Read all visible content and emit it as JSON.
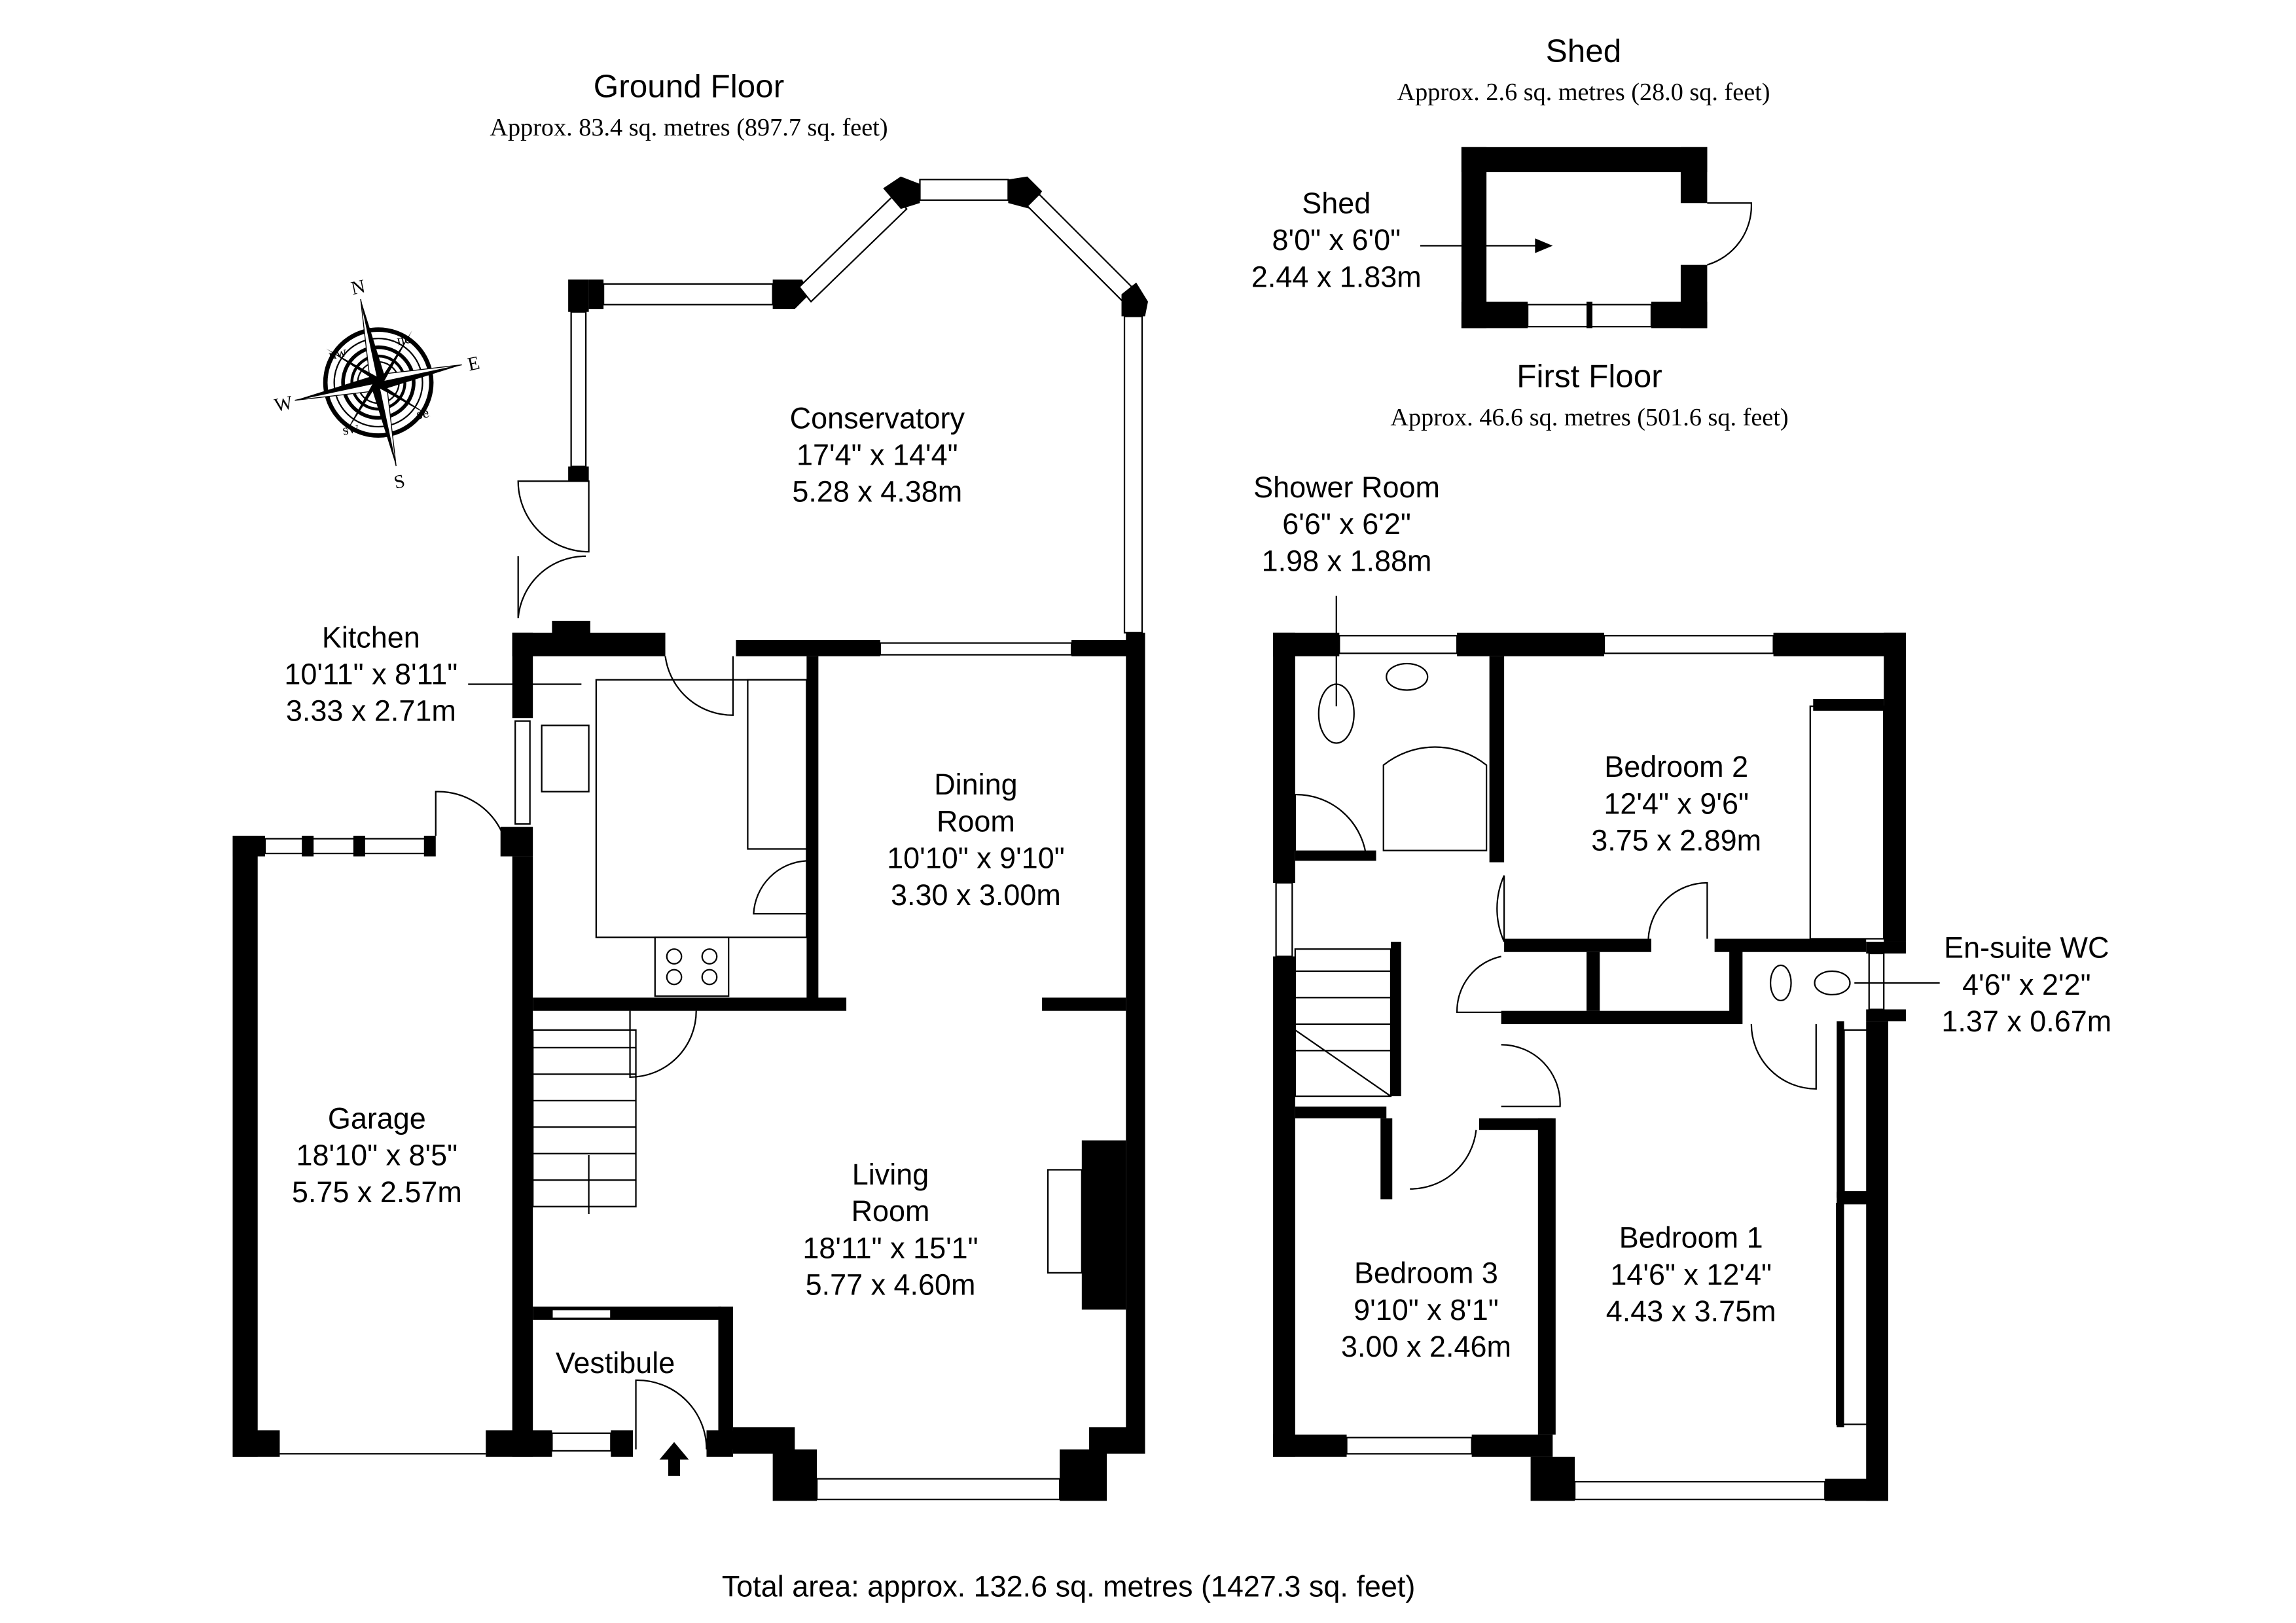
{
  "ground_floor": {
    "title": "Ground Floor",
    "area": "Approx. 83.4 sq. metres (897.7 sq. feet)",
    "rooms": {
      "conservatory": {
        "name": "Conservatory",
        "imperial": "17'4\" x 14'4\"",
        "metric": "5.28 x 4.38m"
      },
      "kitchen": {
        "name": "Kitchen",
        "imperial": "10'11\" x 8'11\"",
        "metric": "3.33 x 2.71m"
      },
      "dining": {
        "name1": "Dining",
        "name2": "Room",
        "imperial": "10'10\" x 9'10\"",
        "metric": "3.30 x 3.00m"
      },
      "garage": {
        "name": "Garage",
        "imperial": "18'10\" x 8'5\"",
        "metric": "5.75 x 2.57m"
      },
      "living": {
        "name1": "Living",
        "name2": "Room",
        "imperial": "18'11\" x 15'1\"",
        "metric": "5.77 x 4.60m"
      },
      "vestibule": {
        "name": "Vestibule"
      }
    }
  },
  "shed": {
    "title": "Shed",
    "area": "Approx. 2.6 sq. metres (28.0 sq. feet)",
    "room": {
      "name": "Shed",
      "imperial": "8'0\" x 6'0\"",
      "metric": "2.44 x 1.83m"
    }
  },
  "first_floor": {
    "title": "First Floor",
    "area": "Approx. 46.6 sq. metres (501.6 sq. feet)",
    "rooms": {
      "shower": {
        "name": "Shower Room",
        "imperial": "6'6\" x 6'2\"",
        "metric": "1.98 x 1.88m"
      },
      "bedroom2": {
        "name": "Bedroom 2",
        "imperial": "12'4\" x 9'6\"",
        "metric": "3.75 x 2.89m"
      },
      "ensuite": {
        "name": "En-suite WC",
        "imperial": "4'6\" x 2'2\"",
        "metric": "1.37 x 0.67m"
      },
      "bedroom3": {
        "name": "Bedroom 3",
        "imperial": "9'10\" x 8'1\"",
        "metric": "3.00 x 2.46m"
      },
      "bedroom1": {
        "name": "Bedroom 1",
        "imperial": "14'6\" x 12'4\"",
        "metric": "4.43 x 3.75m"
      }
    }
  },
  "compass": {
    "n": "N",
    "e": "E",
    "s": "S",
    "w": "W",
    "ne": "ne",
    "nw": "nw",
    "se": "se",
    "sw": "sw"
  },
  "total_area": "Total area: approx. 132.6 sq. metres (1427.3 sq. feet)"
}
